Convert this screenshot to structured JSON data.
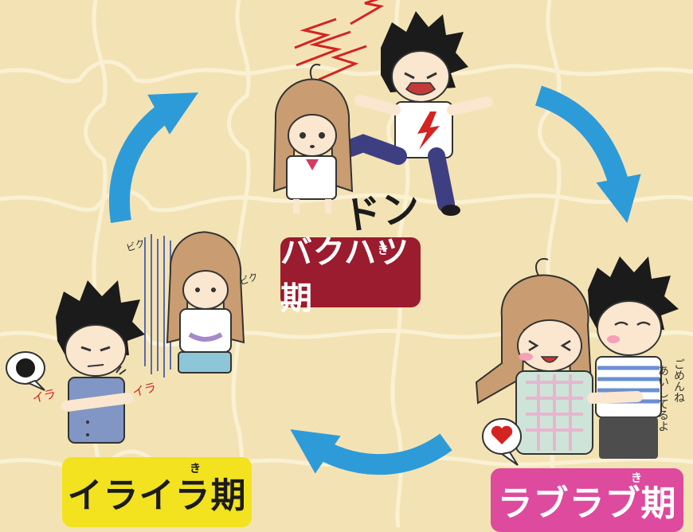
{
  "phases": {
    "explosion": {
      "label": "バクハツ期",
      "ruby": "き"
    },
    "irritation": {
      "label": "イライラ期",
      "ruby": "き"
    },
    "lovey": {
      "label": "ラブラブ期",
      "ruby": "き"
    }
  },
  "sfx": {
    "don": "ドン",
    "ira_left": "イラ",
    "ira_right": "イラ",
    "hiku_left": "ビク",
    "hiku_right": "ビク",
    "apology": [
      "ごめんね",
      "あいしてるよ"
    ]
  },
  "colors": {
    "background": "#f3e3b4",
    "puzzle_lines": "#fbf2d6",
    "arrow": "#2e9bd9",
    "explosion_label": "#9b1c2e",
    "irritation_label": "#f2e21f",
    "lovey_label": "#de4a9d"
  },
  "icons": {
    "arrow": "curved-arrow-icon",
    "scribble": "scribble-speech-bubble-icon",
    "heart": "heart-speech-bubble-icon",
    "anger": "anger-vein-icon"
  }
}
